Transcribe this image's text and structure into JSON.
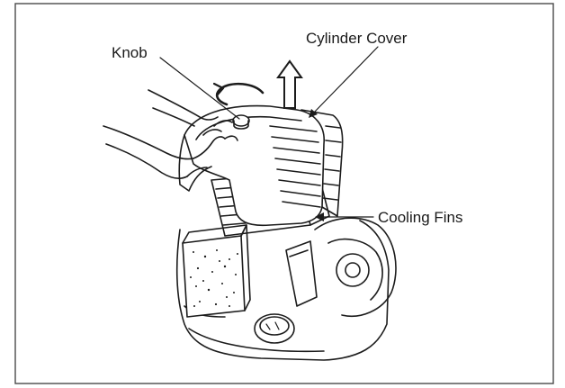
{
  "labels": {
    "knob": "Knob",
    "cylinder_cover": "Cylinder Cover",
    "cooling_fins": "Cooling Fins"
  },
  "icons": {
    "rotation": "counterclockwise-arrow-icon",
    "lift": "up-arrow-icon"
  },
  "colors": {
    "ink": "#1c1c1c",
    "background": "#ffffff",
    "frame": "#4a4a4a"
  }
}
